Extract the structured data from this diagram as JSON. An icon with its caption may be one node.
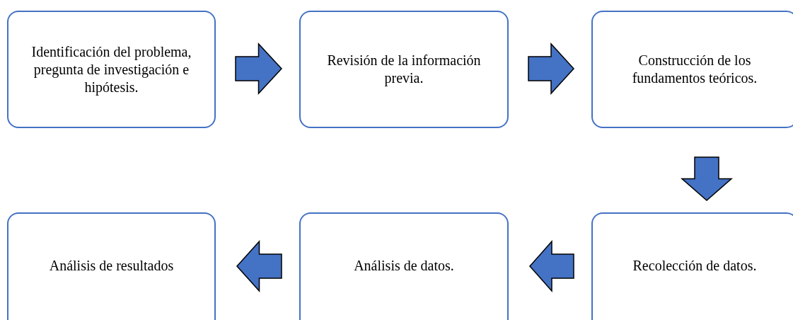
{
  "diagram": {
    "nodes": [
      {
        "text": [
          "Identificación del problema, pregunta de investigación e hipótesis."
        ]
      },
      {
        "text": [
          "Revisión de la información previa."
        ]
      },
      {
        "text": [
          "Construcción de los fundamentos teóricos."
        ]
      },
      {
        "text": [
          "Recolección de datos."
        ]
      },
      {
        "text": [
          "Análisis de datos."
        ]
      },
      {
        "text": [
          "Análisis de resultados"
        ]
      }
    ],
    "edges": [
      {
        "from": 0,
        "to": 1,
        "arrow": "to"
      },
      {
        "from": 1,
        "to": 2,
        "arrow": "to"
      },
      {
        "from": 2,
        "to": 3,
        "arrow": "to"
      },
      {
        "from": 3,
        "to": 4,
        "arrow": "to"
      },
      {
        "from": 4,
        "to": 5,
        "arrow": "to"
      }
    ]
  }
}
